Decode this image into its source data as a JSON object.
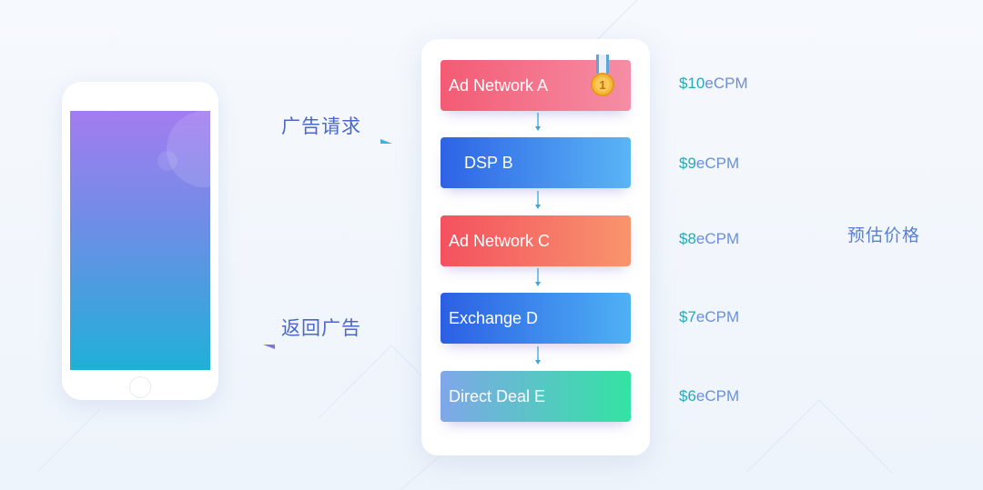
{
  "arrows": {
    "request_label": "广告请求",
    "return_label": "返回广告"
  },
  "waterfall": {
    "nodes": [
      {
        "label": "Ad Network A",
        "price_amount": "$10",
        "price_unit": "eCPM",
        "winner": true
      },
      {
        "label": "DSP B",
        "price_amount": "$9",
        "price_unit": "eCPM",
        "winner": false
      },
      {
        "label": "Ad Network C",
        "price_amount": "$8",
        "price_unit": "eCPM",
        "winner": false
      },
      {
        "label": "Exchange D",
        "price_amount": "$7",
        "price_unit": "eCPM",
        "winner": false
      },
      {
        "label": "Direct Deal E",
        "price_amount": "$6",
        "price_unit": "eCPM",
        "winner": false
      }
    ],
    "medal_rank": "1"
  },
  "bracket": {
    "label": "预估价格"
  },
  "colors": {
    "accent_blue": "#4a67c9",
    "price_teal": "#23a9ba",
    "bracket_gradient_top": "#9b7fe0",
    "bracket_gradient_bottom": "#3ea1d2"
  },
  "icons": {
    "medal": "first-place-medal-icon"
  }
}
